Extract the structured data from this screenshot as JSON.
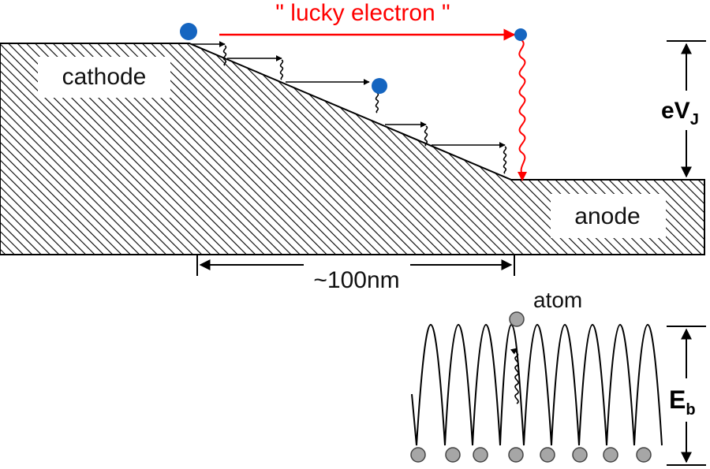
{
  "labels": {
    "cathode": "cathode",
    "anode": "anode",
    "lucky_electron": "\" lucky electron \"",
    "distance": "~100nm",
    "voltage_main": "eV",
    "voltage_sub": "J",
    "atom": "atom",
    "barrier_main": "E",
    "barrier_sub": "b"
  },
  "colors": {
    "electron": "#1565c0",
    "lucky_path": "#ff0000",
    "atom": "#a6a6a6",
    "hatch": "#000000"
  }
}
